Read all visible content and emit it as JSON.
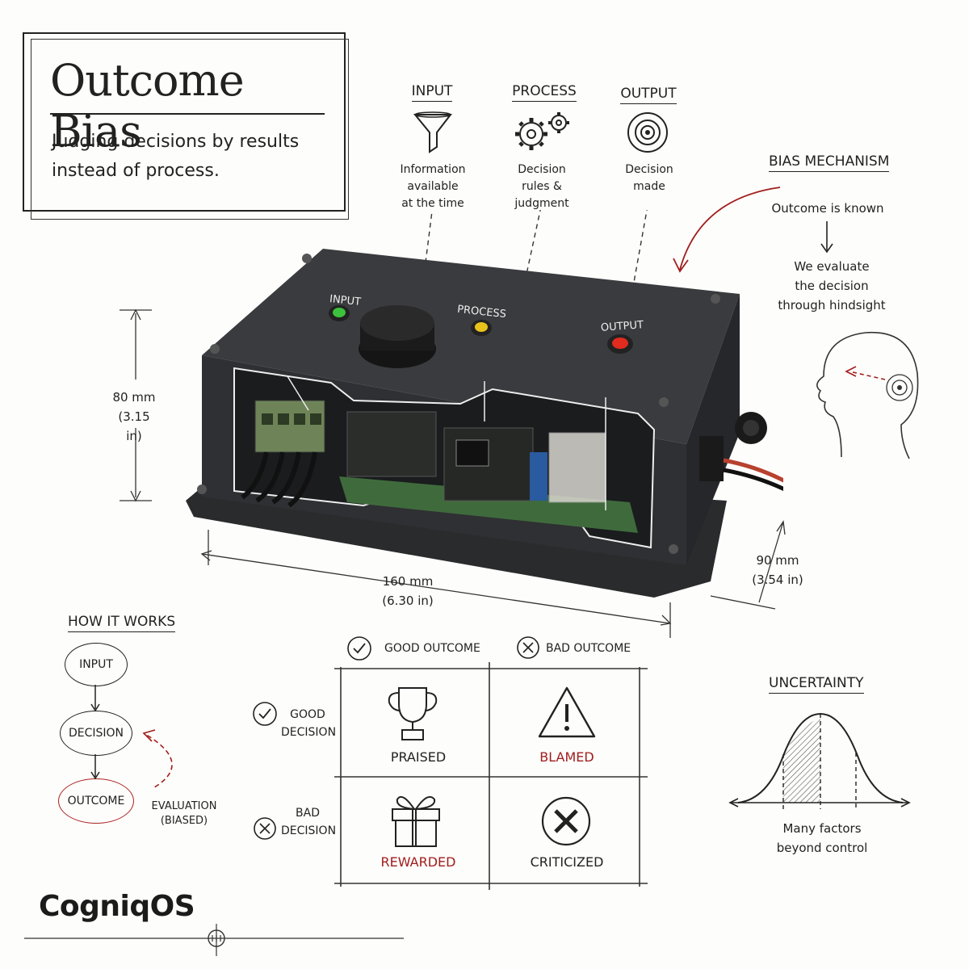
{
  "title": "Outcome Bias",
  "subtitle": "Judging decisions by results instead of process.",
  "ipo": [
    {
      "heading": "INPUT",
      "icon": "funnel-icon",
      "desc_lines": [
        "Information",
        "available",
        "at the time"
      ]
    },
    {
      "heading": "PROCESS",
      "icon": "gears-icon",
      "desc_lines": [
        "Decision",
        "rules &",
        "judgment"
      ]
    },
    {
      "heading": "OUTPUT",
      "icon": "target-icon",
      "desc_lines": [
        "Decision",
        "made"
      ]
    }
  ],
  "device": {
    "input_label": "INPUT",
    "process_label": "PROCESS",
    "output_label": "OUTPUT",
    "led_colors": {
      "input": "#3cc23c",
      "process": "#e8c21c",
      "output": "#e02b1e"
    }
  },
  "dimensions": {
    "height": {
      "mm": "80 mm",
      "in": "(3.15 in)"
    },
    "length": {
      "mm": "160 mm",
      "in": "(6.30 in)"
    },
    "depth": {
      "mm": "90 mm",
      "in": "(3.54 in)"
    }
  },
  "bias_mechanism": {
    "heading": "BIAS MECHANISM",
    "line1": "Outcome is known",
    "line2": [
      "We evaluate",
      "the decision",
      "through hindsight"
    ]
  },
  "how_it_works": {
    "heading": "HOW IT WORKS",
    "nodes": [
      "INPUT",
      "DECISION",
      "OUTCOME"
    ],
    "feedback_label": [
      "EVALUATION",
      "(BIASED)"
    ]
  },
  "matrix": {
    "col_headers": [
      "GOOD OUTCOME",
      "BAD OUTCOME"
    ],
    "row_headers": [
      [
        "GOOD",
        "DECISION"
      ],
      [
        "BAD",
        "DECISION"
      ]
    ],
    "cells": [
      {
        "label": "PRAISED",
        "icon": "trophy-icon",
        "color": "#222222"
      },
      {
        "label": "BLAMED",
        "icon": "warning-icon",
        "color": "#a11d1d"
      },
      {
        "label": "REWARDED",
        "icon": "gift-icon",
        "color": "#a11d1d"
      },
      {
        "label": "CRITICIZED",
        "icon": "x-circle-icon",
        "color": "#222222"
      }
    ]
  },
  "uncertainty": {
    "heading": "UNCERTAINTY",
    "caption": [
      "Many factors",
      "beyond control"
    ]
  },
  "brand": "CogniqOS",
  "colors": {
    "accent_red": "#a11d1d",
    "ink": "#1b1b1b",
    "paper": "#fdfdfb"
  }
}
